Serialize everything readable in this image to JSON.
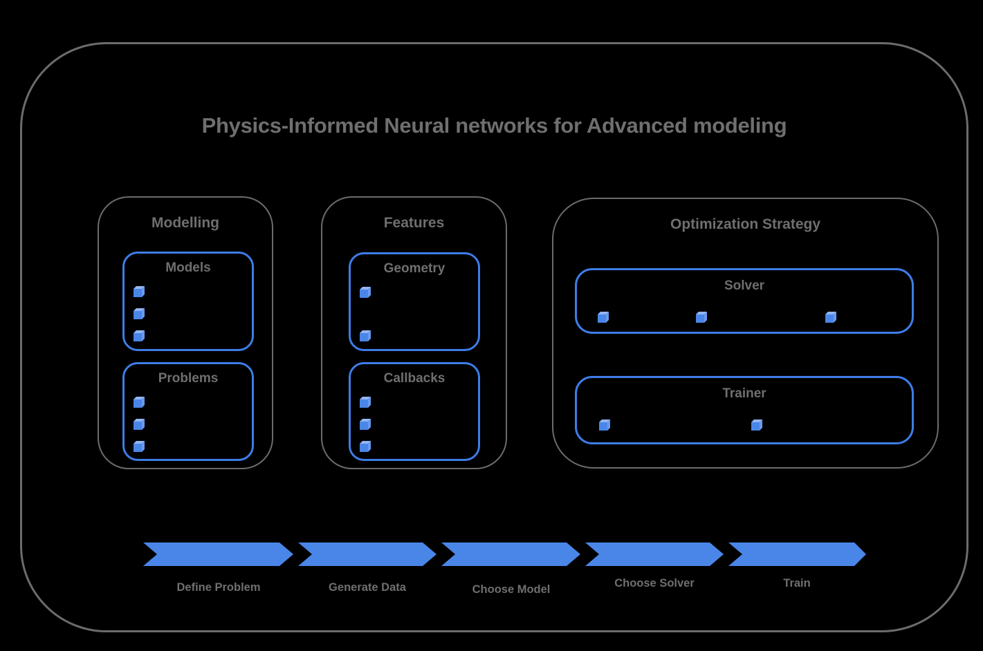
{
  "title": "Physics-Informed Neural networks for Advanced modeling",
  "colors": {
    "background": "#000000",
    "gray-border": "#6c6c6c",
    "gray-text": "#6f6f6f",
    "blue": "#4a86e8",
    "blue-border": "#3e7de8",
    "cube-front": "#4a86e8",
    "cube-top": "#93b5f3",
    "cube-right": "#699af0"
  },
  "sections": [
    {
      "label": "Modelling",
      "groups": [
        {
          "label": "Models",
          "icon": "cube-icon",
          "item_count": 3
        },
        {
          "label": "Problems",
          "icon": "cube-icon",
          "item_count": 3
        }
      ]
    },
    {
      "label": "Features",
      "groups": [
        {
          "label": "Geometry",
          "icon": "cube-icon",
          "item_count": 2
        },
        {
          "label": "Callbacks",
          "icon": "cube-icon",
          "item_count": 3
        }
      ]
    },
    {
      "label": "Optimization Strategy",
      "groups": [
        {
          "label": "Solver",
          "icon": "cube-icon",
          "item_count": 3
        },
        {
          "label": "Trainer",
          "icon": "cube-icon",
          "item_count": 2
        }
      ]
    }
  ],
  "pipeline": {
    "steps": [
      {
        "label": "Define Problem"
      },
      {
        "label": "Generate Data"
      },
      {
        "label": "Choose Model"
      },
      {
        "label": "Choose Solver"
      },
      {
        "label": "Train"
      }
    ]
  }
}
